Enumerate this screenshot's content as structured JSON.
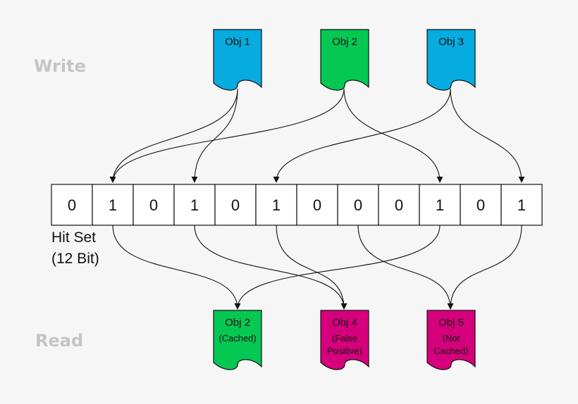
{
  "labels": {
    "write": "Write",
    "read": "Read",
    "hit_set_line1": "Hit Set",
    "hit_set_line2": "(12 Bit)"
  },
  "bits": [
    "0",
    "1",
    "0",
    "1",
    "0",
    "1",
    "0",
    "0",
    "0",
    "1",
    "0",
    "1"
  ],
  "write_objects": [
    {
      "label": "Obj 1",
      "color": "#06ace0"
    },
    {
      "label": "Obj 2",
      "color": "#05c853"
    },
    {
      "label": "Obj 3",
      "color": "#06ace0"
    }
  ],
  "read_objects": [
    {
      "lines": [
        "Obj 2",
        "(Cached)"
      ],
      "color": "#05c853"
    },
    {
      "lines": [
        "Obj 4",
        "(False",
        "Positive)"
      ],
      "color": "#d6007c"
    },
    {
      "lines": [
        "Obj 5",
        "(Not",
        "Cached)"
      ],
      "color": "#d6007c"
    }
  ]
}
